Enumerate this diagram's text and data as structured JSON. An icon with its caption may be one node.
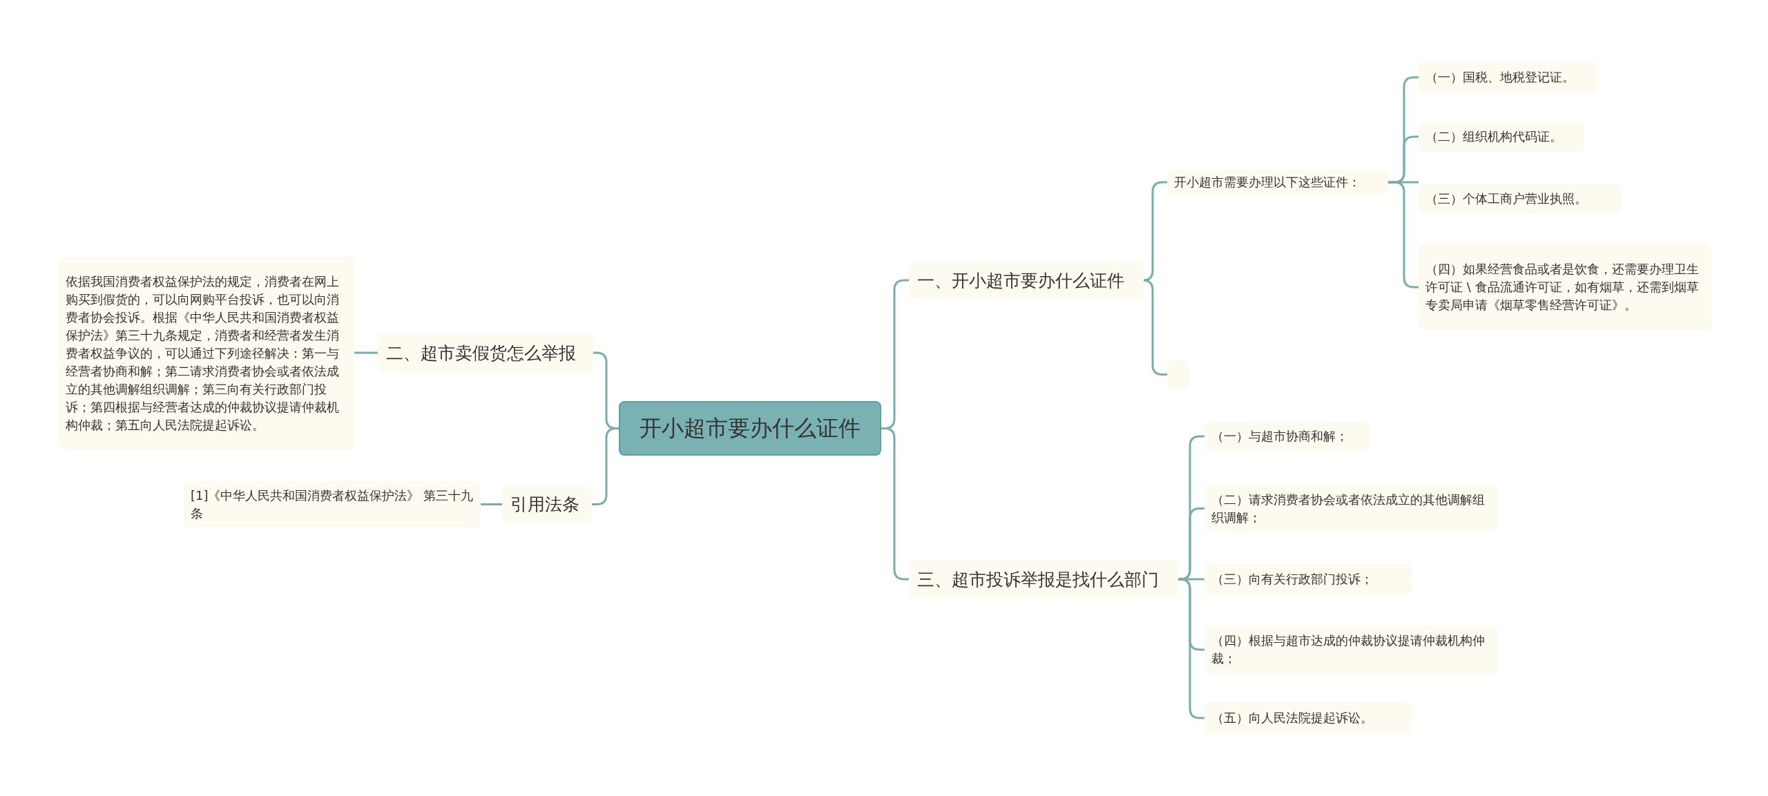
{
  "diagram": {
    "nodes": [
      {
        "text": [
          "开小超市要办什么证件"
        ]
      },
      {
        "text": [
          "一、开小超市要办什么证件"
        ]
      },
      {
        "text": [
          "开小超市需要办理以下这些证件："
        ]
      },
      {
        "text": [
          "（一）国税、地税登记证。"
        ]
      },
      {
        "text": [
          "（二）组织机构代码证。"
        ]
      },
      {
        "text": [
          "（三）个体工商户营业执照。"
        ]
      },
      {
        "text": [
          "（四）如果经营食品或者是饮食，还需要办理卫生许可证 \\ 食品流通许可证，如有烟草，还需到烟草专卖局申请《烟草零售经营许可证》。"
        ]
      },
      {
        "text": [],
        "shape": "box"
      },
      {
        "text": [
          "三、超市投诉举报是找什么部门"
        ]
      },
      {
        "text": [
          "（一）与超市协商和解；"
        ]
      },
      {
        "text": [
          "（二）请求消费者协会或者依法成立的其他调解组织调解；"
        ]
      },
      {
        "text": [
          "（三）向有关行政部门投诉；"
        ]
      },
      {
        "text": [
          "（四）根据与超市达成的仲裁协议提请仲裁机构仲裁；"
        ]
      },
      {
        "text": [
          "（五）向人民法院提起诉讼。"
        ]
      },
      {
        "text": [
          "二、超市卖假货怎么举报"
        ]
      },
      {
        "text": [
          "依据我国消费者权益保护法的规定，消费者在网上购买到假货的，可以向网购平台投诉，也可以向消费者协会投诉。根据《中华人民共和国消费者权益保护法》第三十九条规定，消费者和经营者发生消费者权益争议的，可以通过下列途径解决：第一与经营者协商和解；第二请求消费者协会或者依法成立的其他调解组织调解；第三向有关行政部门投诉；第四根据与经营者达成的仲裁协议提请仲裁机构仲裁；第五向人民法院提起诉讼。"
        ]
      },
      {
        "text": [
          "引用法条"
        ]
      },
      {
        "text": [
          "[1]《中华人民共和国消费者权益保护法》 第三十九条"
        ]
      }
    ],
    "edges": [
      {
        "from": 0,
        "to": 1,
        "arrow": "none"
      },
      {
        "from": 1,
        "to": 2,
        "arrow": "none"
      },
      {
        "from": 2,
        "to": 3,
        "arrow": "none"
      },
      {
        "from": 2,
        "to": 4,
        "arrow": "none"
      },
      {
        "from": 2,
        "to": 5,
        "arrow": "none"
      },
      {
        "from": 2,
        "to": 6,
        "arrow": "none"
      },
      {
        "from": 1,
        "to": 7,
        "arrow": "none"
      },
      {
        "from": 0,
        "to": 8,
        "arrow": "none"
      },
      {
        "from": 8,
        "to": 9,
        "arrow": "none"
      },
      {
        "from": 8,
        "to": 10,
        "arrow": "none"
      },
      {
        "from": 8,
        "to": 11,
        "arrow": "none"
      },
      {
        "from": 8,
        "to": 12,
        "arrow": "none"
      },
      {
        "from": 8,
        "to": 13,
        "arrow": "none"
      },
      {
        "from": 0,
        "to": 14,
        "arrow": "none"
      },
      {
        "from": 14,
        "to": 15,
        "arrow": "none"
      },
      {
        "from": 0,
        "to": 16,
        "arrow": "none"
      },
      {
        "from": 16,
        "to": 17,
        "arrow": "none"
      }
    ]
  }
}
